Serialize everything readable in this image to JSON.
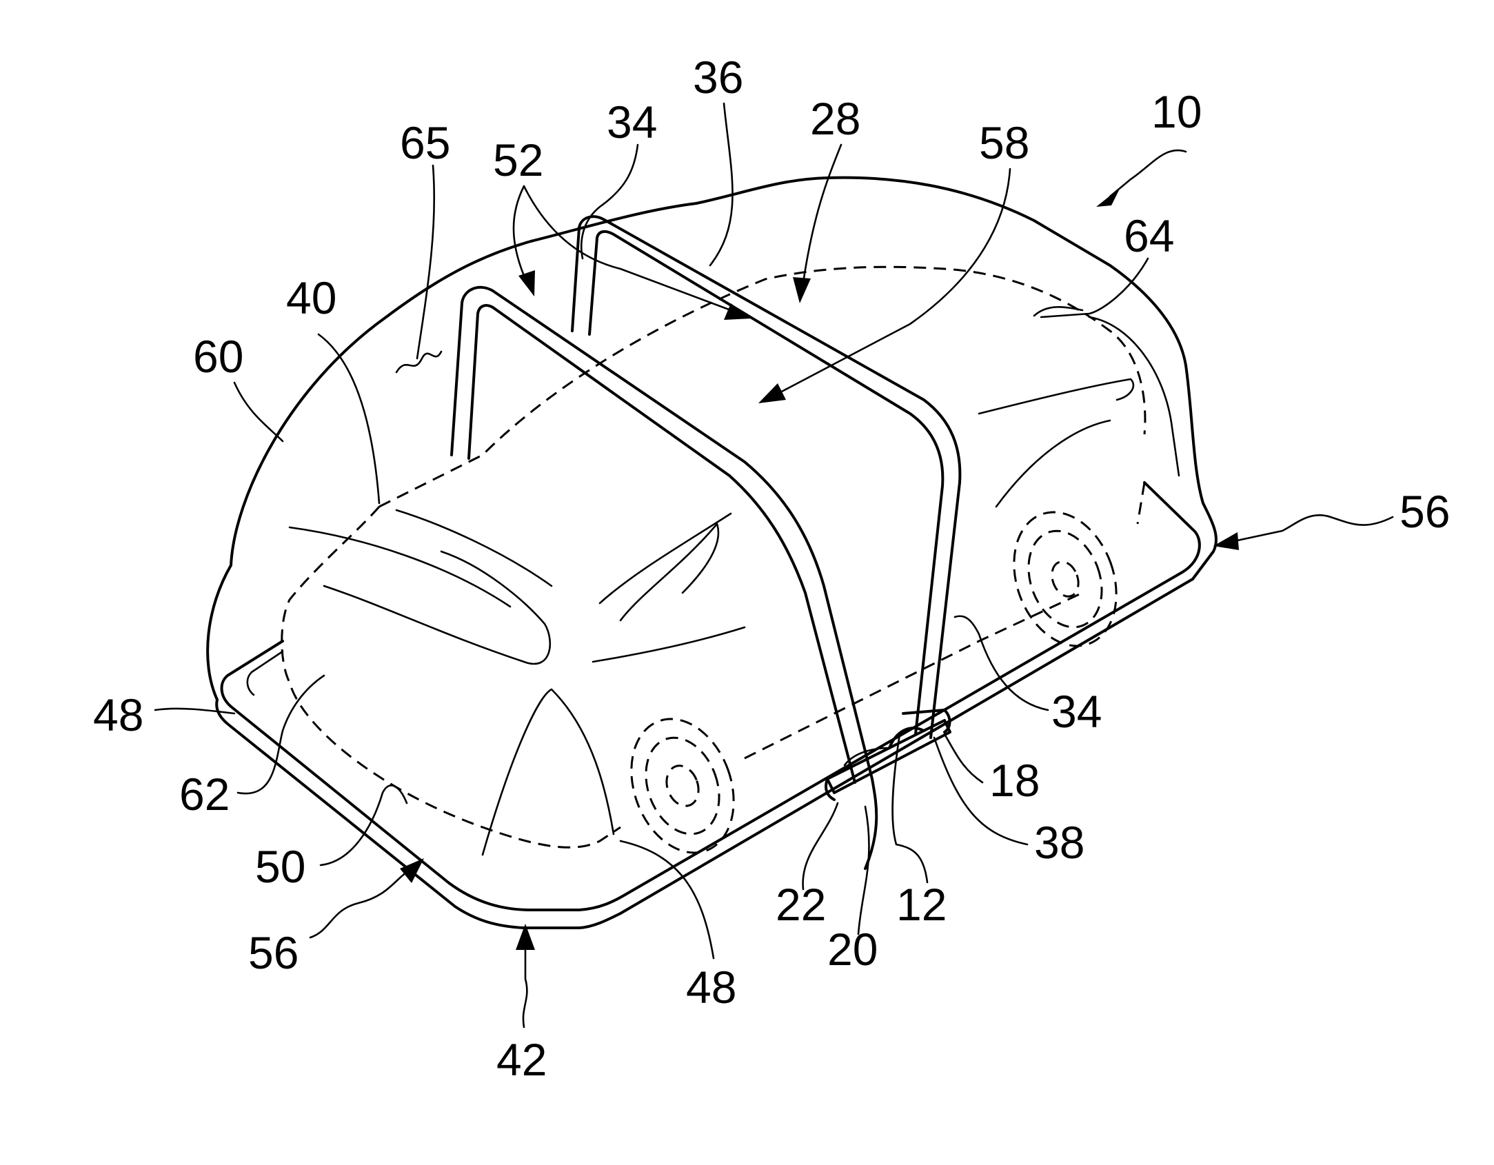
{
  "figure": {
    "reference_numerals": [
      {
        "id": "10",
        "text": "10"
      },
      {
        "id": "12",
        "text": "12"
      },
      {
        "id": "18",
        "text": "18"
      },
      {
        "id": "20",
        "text": "20"
      },
      {
        "id": "22",
        "text": "22"
      },
      {
        "id": "28",
        "text": "28"
      },
      {
        "id": "34a",
        "text": "34"
      },
      {
        "id": "34b",
        "text": "34"
      },
      {
        "id": "36",
        "text": "36"
      },
      {
        "id": "38",
        "text": "38"
      },
      {
        "id": "40",
        "text": "40"
      },
      {
        "id": "42",
        "text": "42"
      },
      {
        "id": "48a",
        "text": "48"
      },
      {
        "id": "48b",
        "text": "48"
      },
      {
        "id": "50",
        "text": "50"
      },
      {
        "id": "52",
        "text": "52"
      },
      {
        "id": "56a",
        "text": "56"
      },
      {
        "id": "56b",
        "text": "56"
      },
      {
        "id": "58",
        "text": "58"
      },
      {
        "id": "60",
        "text": "60"
      },
      {
        "id": "62",
        "text": "62"
      },
      {
        "id": "64",
        "text": "64"
      },
      {
        "id": "65",
        "text": "65"
      }
    ]
  }
}
